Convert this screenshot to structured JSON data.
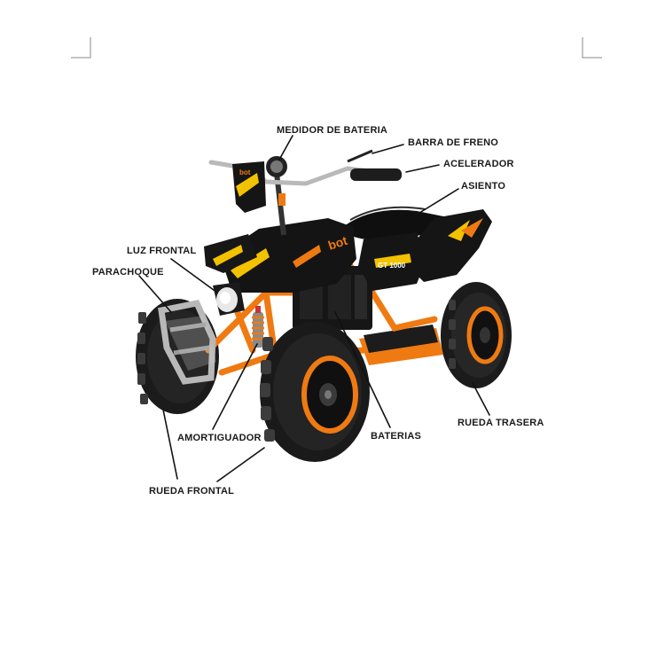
{
  "labels": {
    "battery_meter": "MEDIDOR DE BATERIA",
    "brake_lever": "BARRA DE FRENO",
    "throttle": "ACELERADOR",
    "seat": "ASIENTO",
    "headlight": "LUZ FRONTAL",
    "bumper": "PARACHOQUE",
    "shock_absorber": "AMORTIGUADOR",
    "batteries": "BATERIAS",
    "rear_wheel": "RUEDA TRASERA",
    "front_wheel": "RUEDA FRONTAL"
  },
  "decals": {
    "brand": "bot",
    "model": "GT 1000"
  },
  "colors": {
    "body": "#141414",
    "accent": "#ef7a12",
    "tire": "#1b1b1b",
    "chrome": "#b9b9b9"
  }
}
